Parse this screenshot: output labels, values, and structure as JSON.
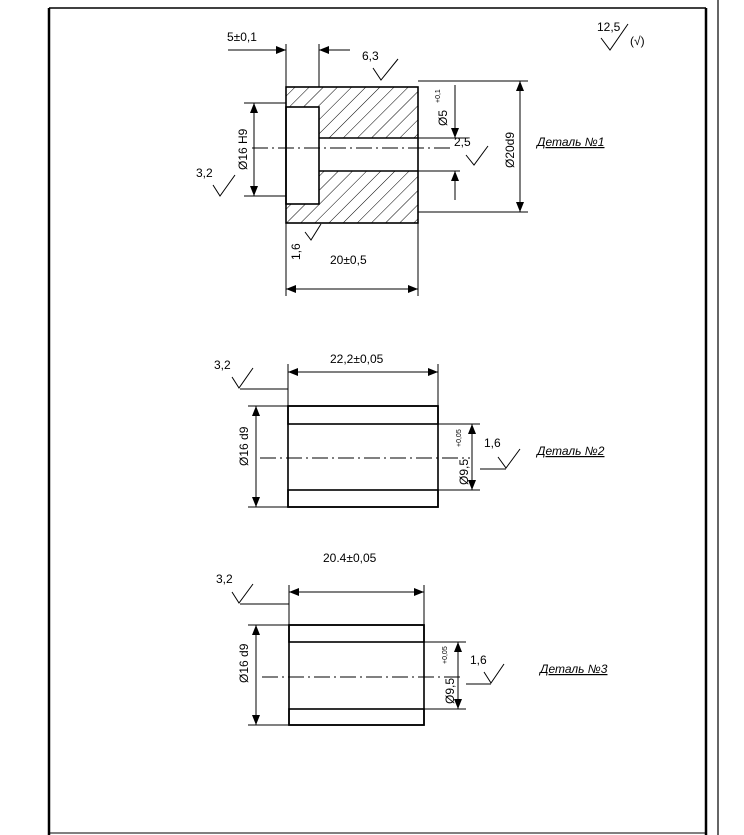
{
  "general_roughness": {
    "value": "12,5",
    "paren_mark": "(√)"
  },
  "part1": {
    "label": "Деталь №1",
    "dim_flange_width": "5±0,1",
    "roughness_top": "6,3",
    "dim_bore": "Ø16 H9",
    "roughness_left": "3,2",
    "dim_small_hole": "Ø5",
    "dim_small_hole_tol": "+0,1",
    "roughness_hole": "2,5",
    "dim_outer": "Ø20d9",
    "roughness_bottom": "1,6",
    "dim_length": "20±0,5"
  },
  "part2": {
    "label": "Деталь №2",
    "roughness_left": "3,2",
    "dim_length": "22,2±0,05",
    "dim_outer": "Ø16 d9",
    "dim_bore": "Ø9,5",
    "dim_bore_tol": "+0,05",
    "roughness_bore": "1,6"
  },
  "part3": {
    "label": "Деталь №3",
    "roughness_left": "3,2",
    "dim_length": "20.4±0,05",
    "dim_outer": "Ø16 d9",
    "dim_bore": "Ø9,5",
    "dim_bore_tol": "+0,05",
    "roughness_bore": "1,6"
  }
}
